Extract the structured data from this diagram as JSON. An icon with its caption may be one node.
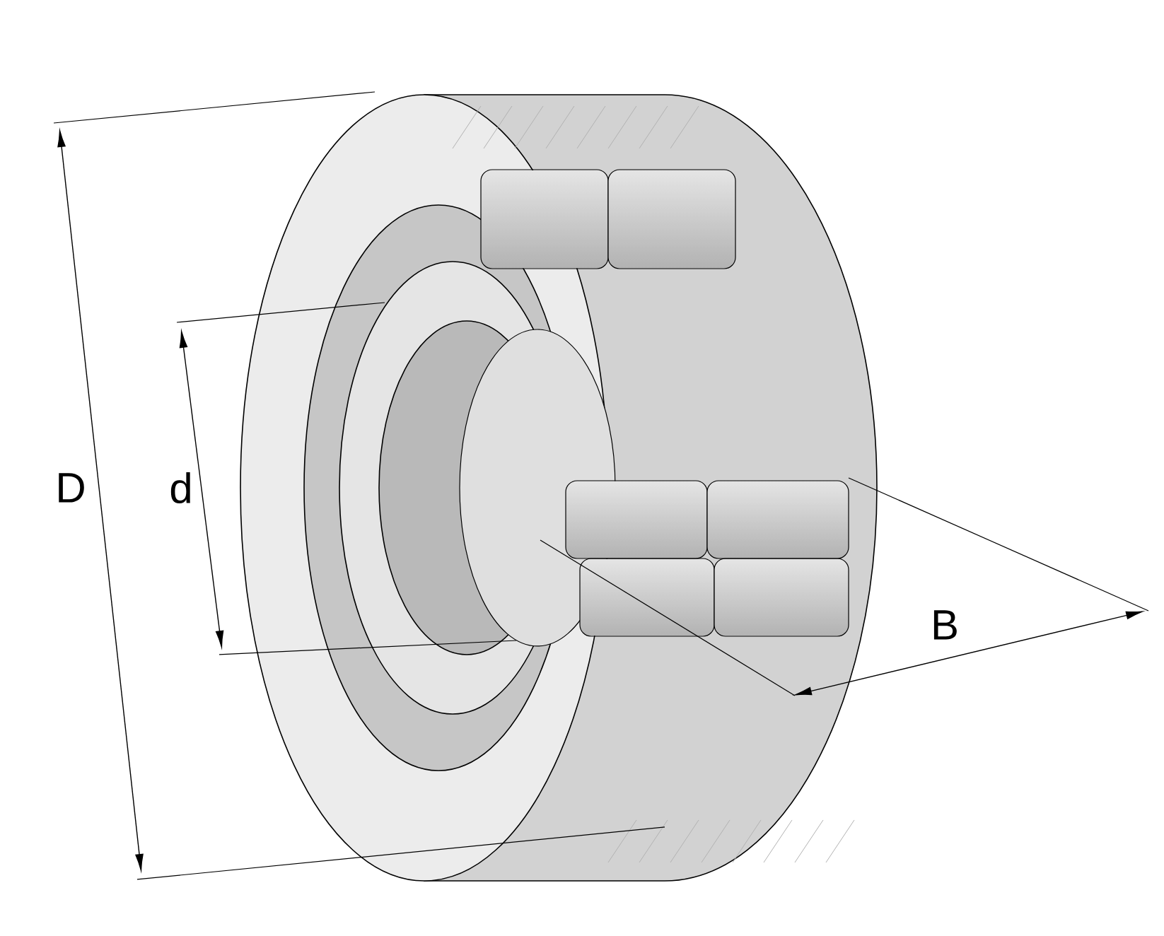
{
  "diagram": {
    "labels": [
      "D",
      "d",
      "B"
    ]
  }
}
